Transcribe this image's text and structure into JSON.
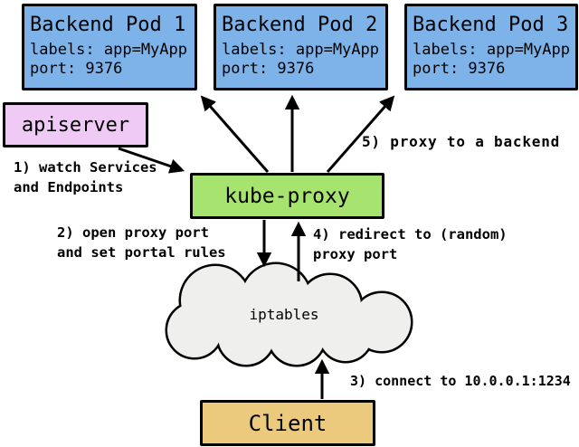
{
  "colors": {
    "pod_fill": "#7db3e8",
    "apiserver_fill": "#eecaf5",
    "kube_proxy_fill": "#a7e46f",
    "client_fill": "#ecca7d",
    "cloud_fill": "#efefed",
    "line": "#000000"
  },
  "pods": [
    {
      "title": "Backend Pod 1",
      "labels": "labels: app=MyApp",
      "port": "port: 9376"
    },
    {
      "title": "Backend Pod 2",
      "labels": "labels: app=MyApp",
      "port": "port: 9376"
    },
    {
      "title": "Backend Pod 3",
      "labels": "labels: app=MyApp",
      "port": "port: 9376"
    }
  ],
  "nodes": {
    "apiserver": "apiserver",
    "kube_proxy": "kube-proxy",
    "iptables": "iptables",
    "client": "Client"
  },
  "steps": {
    "s1": "1) watch Services\nand Endpoints",
    "s2": "2) open proxy port\nand set portal rules",
    "s3": "3) connect to 10.0.0.1:1234",
    "s4": "4) redirect to (random)\nproxy port",
    "s5": "5) proxy to a backend"
  }
}
